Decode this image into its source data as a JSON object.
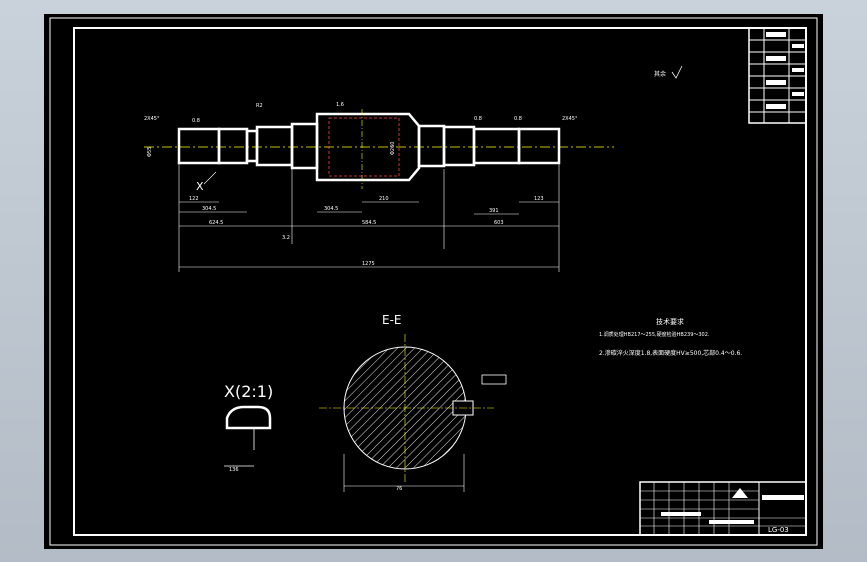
{
  "section_label": "E-E",
  "detail_label": "X(2:1)",
  "drawing_number": "LG-03",
  "tech_req": {
    "title": "技术要求",
    "line1": "1.调质处理HB217～255,硬度检验HB239～302.",
    "line2": "2.渗碳淬火深度1.8,表面硬度HV≥500,芯部0.4～0.6."
  },
  "dims": {
    "d1": "1275",
    "d2": "584.5",
    "d3": "603",
    "d4": "624.5",
    "d5": "304.5",
    "d6": "210",
    "d7": "391",
    "d8": "122",
    "d9": "123",
    "d10": "2X45°",
    "d11": "2X45°",
    "d12": "R2",
    "d13": "0.8",
    "d14": "1.6",
    "d15": "0.8",
    "d16": "0.8",
    "d17": "Φ55",
    "d18": "Φ260",
    "d19": "3.2"
  },
  "keyway_note": "136",
  "section_dim": "76",
  "roughness_note": "其余"
}
